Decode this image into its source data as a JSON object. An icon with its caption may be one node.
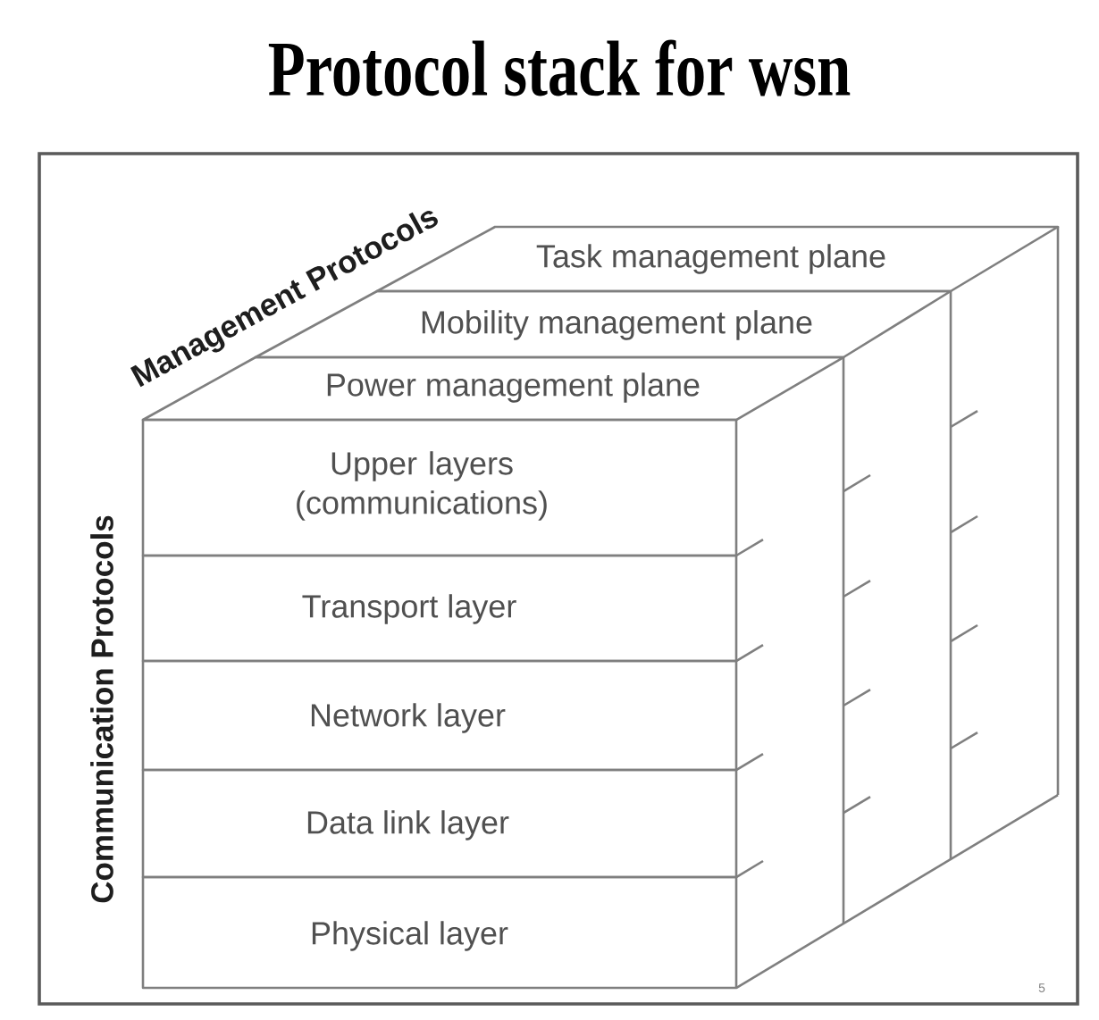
{
  "diagram": {
    "title": "Protocol stack for wsn",
    "nodes": [
      {
        "text": [
          "Task management plane"
        ]
      },
      {
        "text": [
          "Mobility management plane"
        ]
      },
      {
        "text": [
          "Power management plane"
        ]
      },
      {
        "text": [
          "Upper layers (communications)"
        ]
      },
      {
        "text": [
          "Transport layer"
        ]
      },
      {
        "text": [
          "Network layer"
        ]
      },
      {
        "text": [
          "Data link layer"
        ]
      },
      {
        "text": [
          "Physical layer"
        ]
      }
    ],
    "labels": [
      "Management Protocols",
      "Communication Protocols",
      "5"
    ]
  }
}
